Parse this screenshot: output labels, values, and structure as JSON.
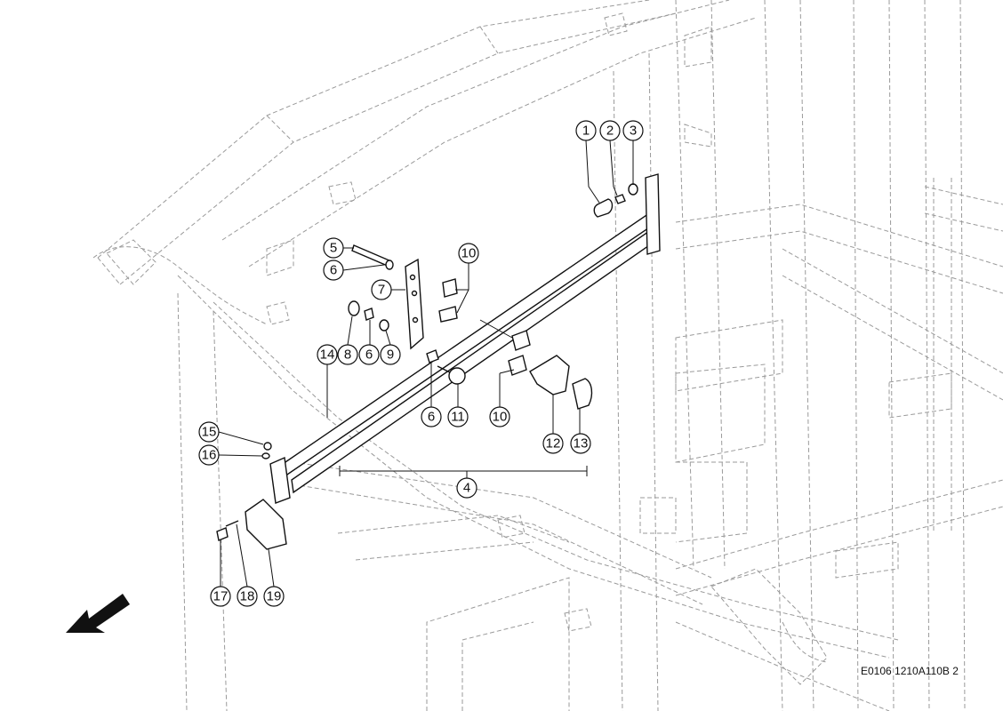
{
  "drawing_code": "E0106 1210A110B 2",
  "callouts": [
    "1",
    "2",
    "3",
    "5",
    "6",
    "7",
    "10",
    "8",
    "6",
    "9",
    "14",
    "6",
    "11",
    "10",
    "12",
    "13",
    "15",
    "16",
    "4",
    "17",
    "18",
    "19"
  ],
  "icons": {
    "direction": "arrow-icon"
  }
}
